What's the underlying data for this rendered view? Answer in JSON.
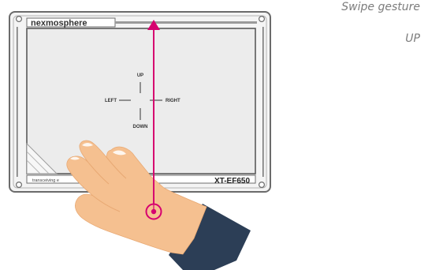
{
  "caption": {
    "title": "Swipe gesture",
    "direction": "UP"
  },
  "device": {
    "brand": "nexmosphere",
    "model": "XT-EF650",
    "tagline": "transceiving e"
  },
  "directions": {
    "up": "UP",
    "down": "DOWN",
    "left": "LEFT",
    "right": "RIGHT"
  },
  "colors": {
    "gesture_arrow": "#d6006f",
    "skin": "#f5c090",
    "sleeve": "#2c3e56",
    "panel": "#ececec",
    "frame": "#6b6b6b"
  }
}
